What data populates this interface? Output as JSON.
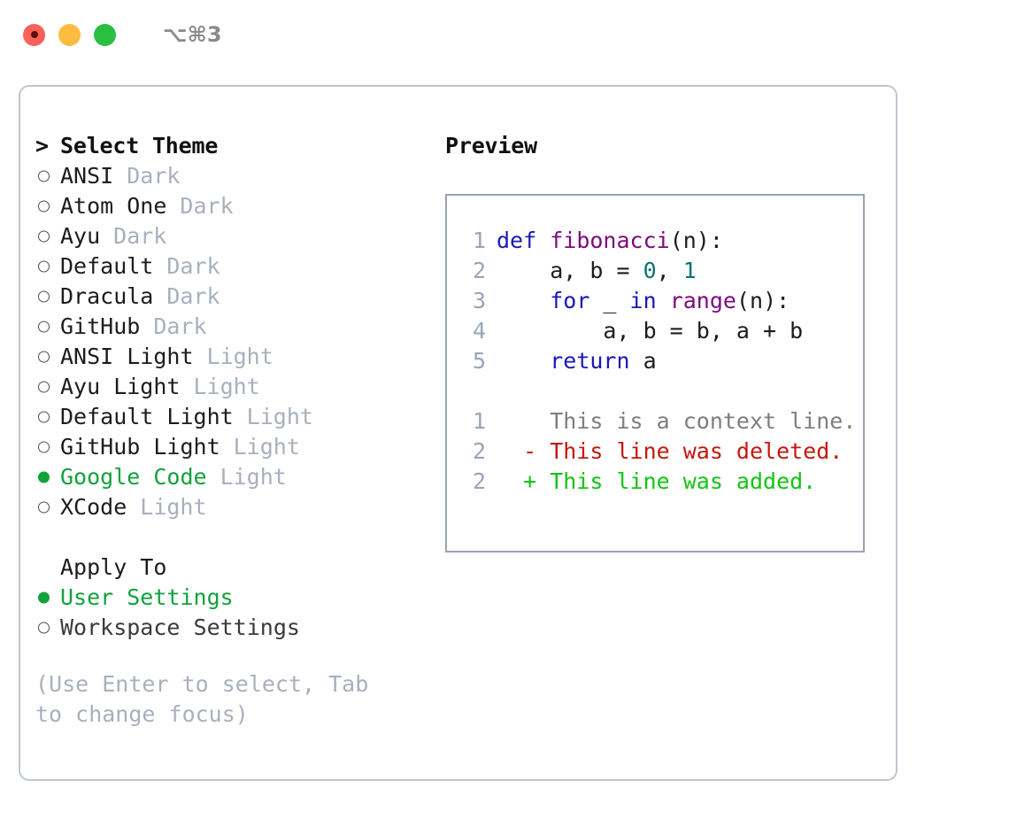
{
  "titlebar": {
    "shortcut": "⌥⌘3",
    "buttons": [
      {
        "name": "close",
        "color": "#FC6058"
      },
      {
        "name": "minimize",
        "color": "#FDBC40"
      },
      {
        "name": "zoom",
        "color": "#2ABF41"
      }
    ]
  },
  "theme_picker": {
    "prompt_marker": ">",
    "title": "Select Theme",
    "items": [
      {
        "name": "ANSI",
        "variant": "Dark",
        "selected": false
      },
      {
        "name": "Atom One",
        "variant": "Dark",
        "selected": false
      },
      {
        "name": "Ayu",
        "variant": "Dark",
        "selected": false
      },
      {
        "name": "Default",
        "variant": "Dark",
        "selected": false
      },
      {
        "name": "Dracula",
        "variant": "Dark",
        "selected": false
      },
      {
        "name": "GitHub",
        "variant": "Dark",
        "selected": false
      },
      {
        "name": "ANSI Light",
        "variant": "Light",
        "selected": false
      },
      {
        "name": "Ayu Light",
        "variant": "Light",
        "selected": false
      },
      {
        "name": "Default Light",
        "variant": "Light",
        "selected": false
      },
      {
        "name": "GitHub Light",
        "variant": "Light",
        "selected": false
      },
      {
        "name": "Google Code",
        "variant": "Light",
        "selected": true
      },
      {
        "name": "XCode",
        "variant": "Light",
        "selected": false
      }
    ]
  },
  "apply_to": {
    "title": "Apply To",
    "options": [
      {
        "label": "User Settings",
        "selected": true
      },
      {
        "label": "Workspace Settings",
        "selected": false
      }
    ]
  },
  "hint": "(Use Enter to select, Tab to change focus)",
  "preview": {
    "title": "Preview",
    "code_lines": [
      {
        "gutter": "1",
        "tokens": [
          {
            "text": "def ",
            "type": "kw"
          },
          {
            "text": "fibonacci",
            "type": "fn"
          },
          {
            "text": "(n):",
            "type": "pl"
          }
        ]
      },
      {
        "gutter": "2",
        "tokens": [
          {
            "text": "    a, b = ",
            "type": "pl"
          },
          {
            "text": "0",
            "type": "num"
          },
          {
            "text": ", ",
            "type": "pl"
          },
          {
            "text": "1",
            "type": "num"
          }
        ]
      },
      {
        "gutter": "3",
        "tokens": [
          {
            "text": "    ",
            "type": "pl"
          },
          {
            "text": "for",
            "type": "kw"
          },
          {
            "text": " _ ",
            "type": "pl"
          },
          {
            "text": "in",
            "type": "kw"
          },
          {
            "text": " ",
            "type": "pl"
          },
          {
            "text": "range",
            "type": "fn"
          },
          {
            "text": "(n):",
            "type": "pl"
          }
        ]
      },
      {
        "gutter": "4",
        "tokens": [
          {
            "text": "        a, b = b, a + b",
            "type": "pl"
          }
        ]
      },
      {
        "gutter": "5",
        "tokens": [
          {
            "text": "    ",
            "type": "pl"
          },
          {
            "text": "return",
            "type": "kw"
          },
          {
            "text": " a",
            "type": "pl"
          }
        ]
      }
    ],
    "diff_lines": [
      {
        "gutter": "1",
        "marker": " ",
        "text": " This is a context line.",
        "kind": "context"
      },
      {
        "gutter": "2",
        "marker": "-",
        "text": " This line was deleted.",
        "kind": "deleted"
      },
      {
        "gutter": "2",
        "marker": "+",
        "text": " This line was added.",
        "kind": "added"
      }
    ]
  },
  "colors": {
    "accent_green": "#11A23B",
    "muted": "#A8B0BD",
    "border": "#BFC6D2",
    "preview_border": "#99A3B4",
    "keyword": "#1B18B8",
    "function": "#7D0A7D",
    "number": "#0D7373",
    "diff_deleted": "#C4180E",
    "diff_added": "#13C413",
    "diff_context": "#7E7E7E"
  }
}
